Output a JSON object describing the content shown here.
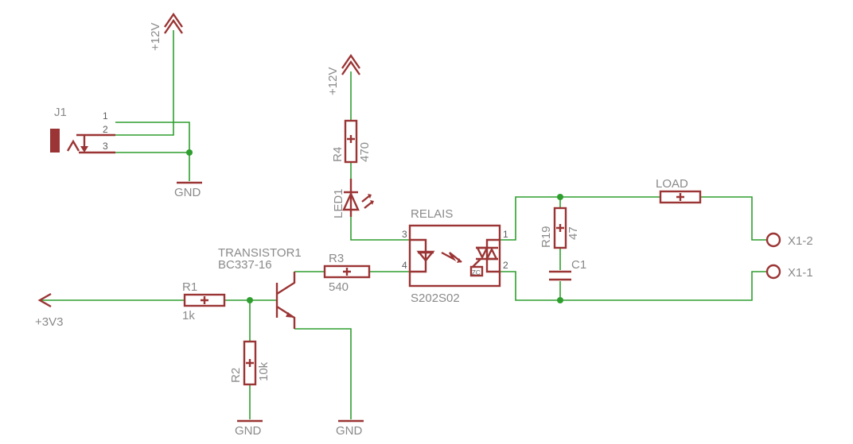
{
  "supplies": {
    "top_left": "+12V",
    "led_branch": "+12V",
    "input": "+3V3"
  },
  "grounds": {
    "connector": "GND",
    "r2": "GND",
    "transistor": "GND"
  },
  "connector": {
    "name": "J1",
    "pins": [
      "1",
      "2",
      "3"
    ]
  },
  "r4": {
    "name": "R4",
    "value": "470"
  },
  "led1": {
    "name": "LED1"
  },
  "relay": {
    "title": "RELAIS",
    "part": "S202S02",
    "pins": [
      "3",
      "4",
      "1",
      "2"
    ],
    "zc": "ZC"
  },
  "transistor": {
    "name": "TRANSISTOR1",
    "part": "BC337-16"
  },
  "r3": {
    "name": "R3",
    "value": "540"
  },
  "r1": {
    "name": "R1",
    "value": "1k"
  },
  "r2": {
    "name": "R2",
    "value": "10k"
  },
  "r19": {
    "name": "R19",
    "value": "47"
  },
  "c1": {
    "name": "C1"
  },
  "load": {
    "name": "LOAD"
  },
  "outputs": {
    "x1_2": "X1-2",
    "x1_1": "X1-1"
  },
  "colors": {
    "wire": "#2e9e2e",
    "symbol": "#9b3434",
    "label": "#8a8a8a"
  }
}
